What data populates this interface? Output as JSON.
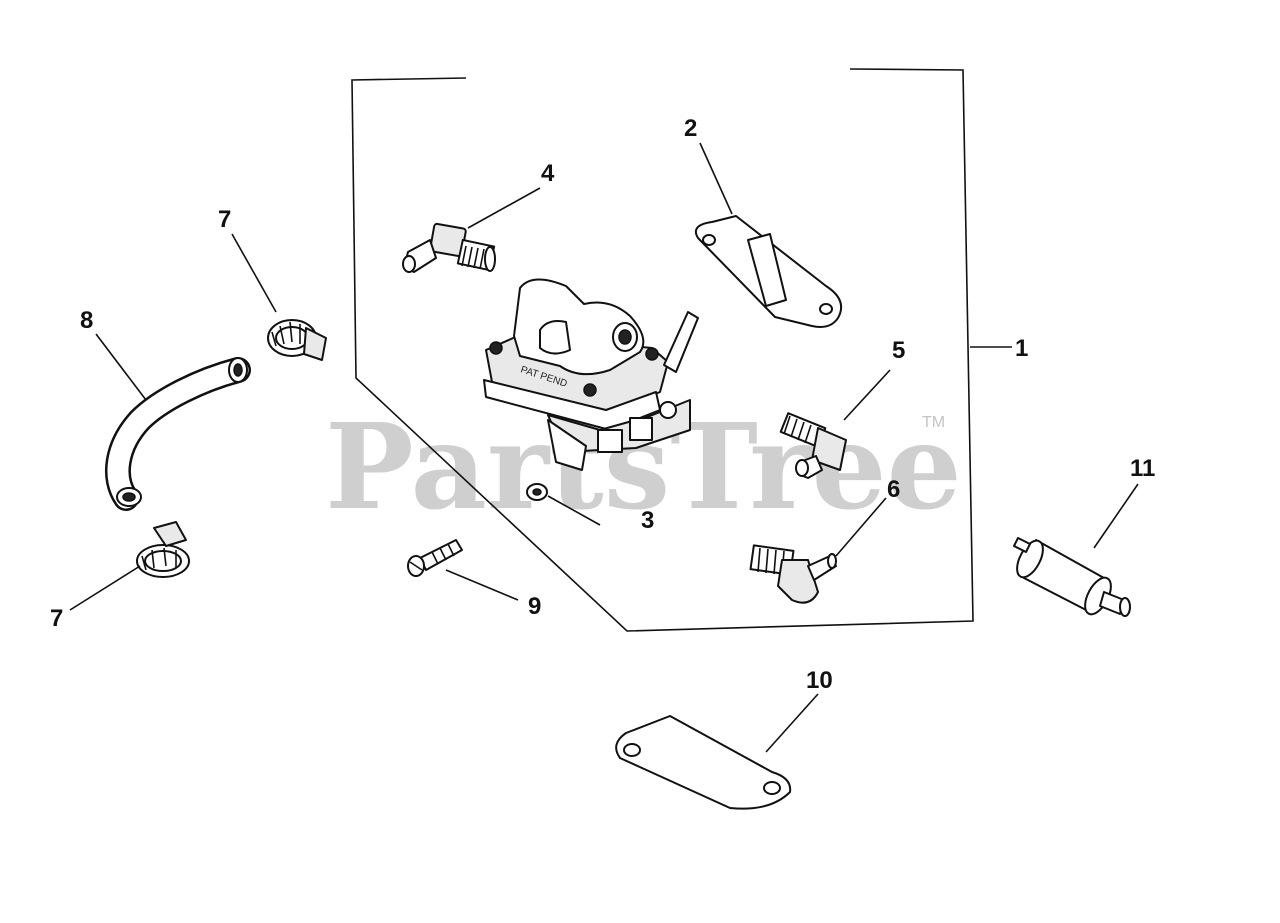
{
  "watermark": {
    "brand": "PartsTree",
    "trademark": "TM"
  },
  "pump_stamp": "PAT PEND",
  "callouts": [
    {
      "id": "c1",
      "label": "1"
    },
    {
      "id": "c2",
      "label": "2"
    },
    {
      "id": "c3",
      "label": "3"
    },
    {
      "id": "c4",
      "label": "4"
    },
    {
      "id": "c5",
      "label": "5"
    },
    {
      "id": "c6",
      "label": "6"
    },
    {
      "id": "c7a",
      "label": "7"
    },
    {
      "id": "c7b",
      "label": "7"
    },
    {
      "id": "c8",
      "label": "8"
    },
    {
      "id": "c9",
      "label": "9"
    },
    {
      "id": "c10",
      "label": "10"
    },
    {
      "id": "c11",
      "label": "11"
    }
  ]
}
